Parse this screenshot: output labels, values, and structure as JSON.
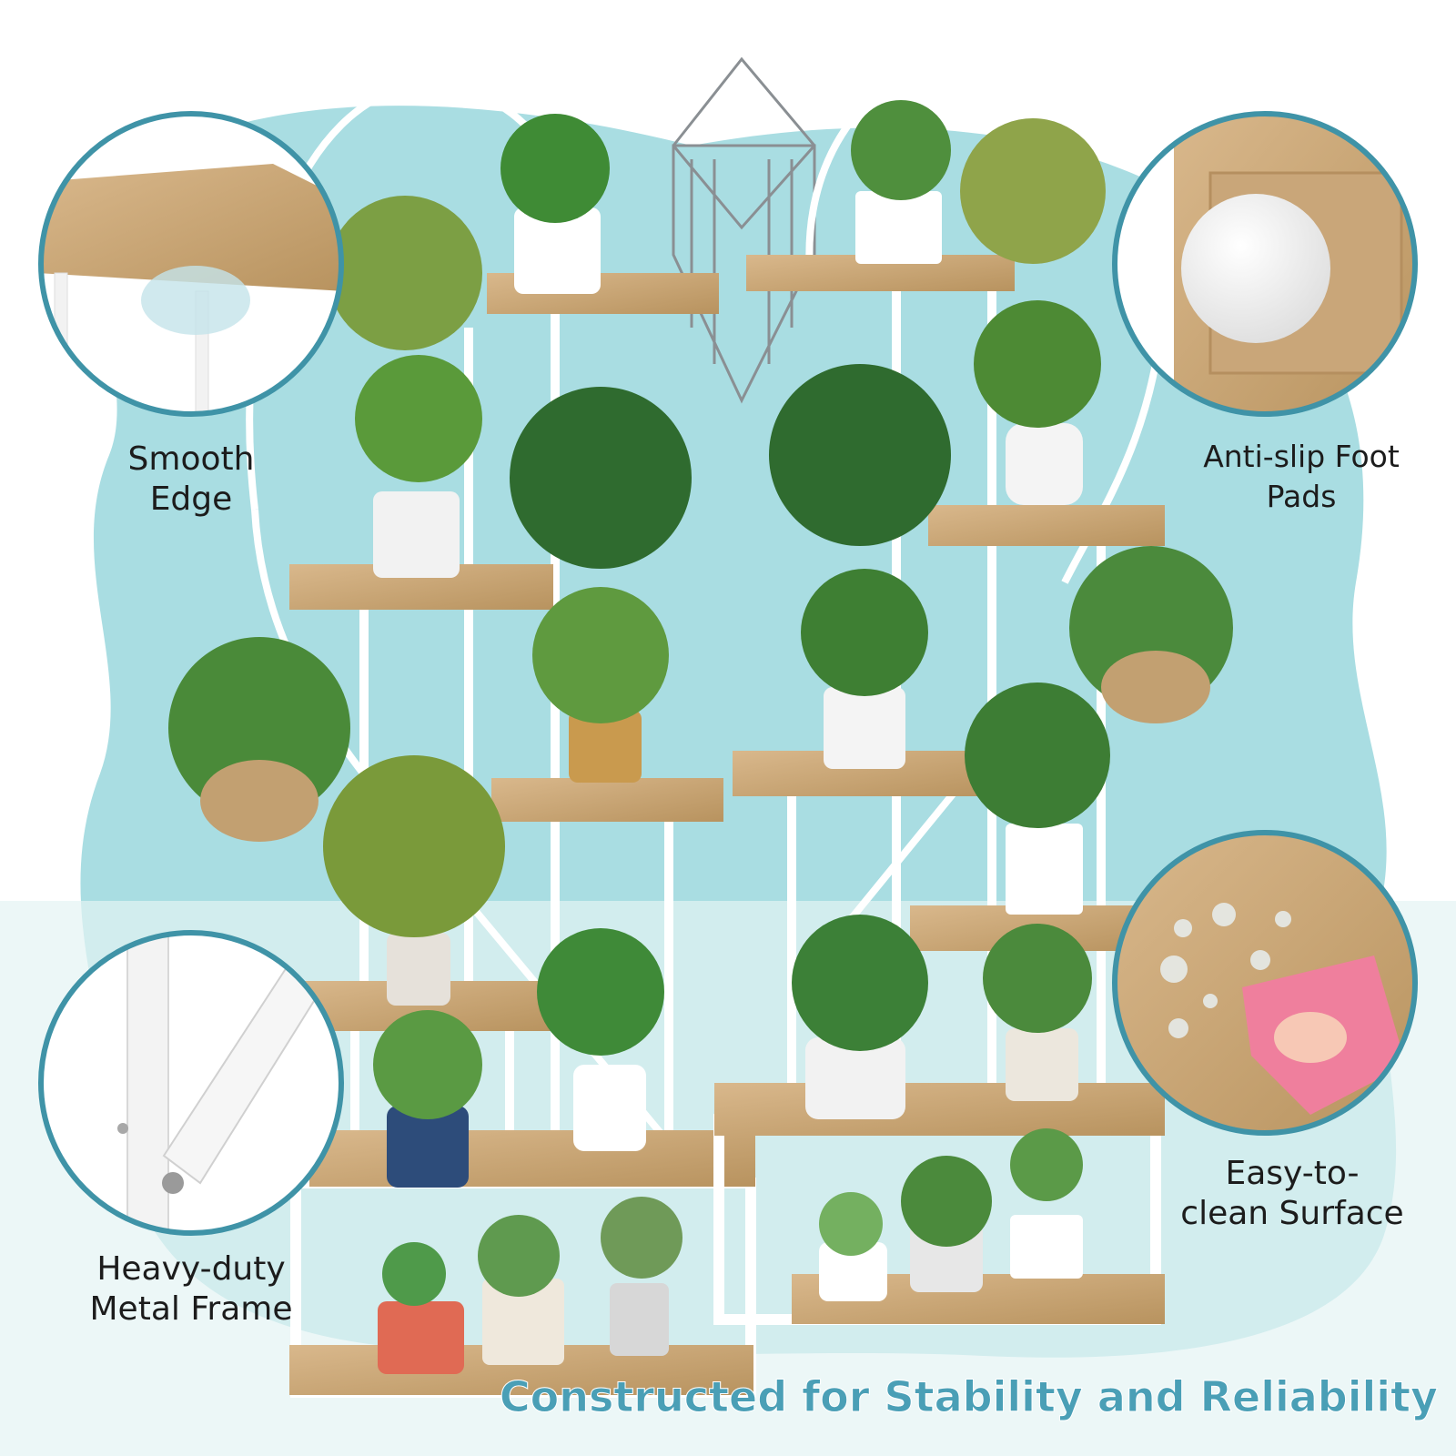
{
  "callouts": {
    "smooth_edge": {
      "line1": "Smooth",
      "line2": "Edge"
    },
    "anti_slip": {
      "line1": "Anti-slip Foot",
      "line2": "Pads"
    },
    "metal_frame": {
      "line1": "Heavy-duty",
      "line2": "Metal Frame"
    },
    "easy_clean": {
      "line1": "Easy-to-",
      "line2": "clean Surface"
    }
  },
  "headline": "Constructed for Stability and Reliability",
  "colors": {
    "background_blob": "#a9dde2",
    "floor": "#e4f3f4",
    "frame_white": "#ffffff",
    "shelf_wood": "#c9a679",
    "circle_border": "#3f93a7",
    "headline": "#4a9fb6"
  }
}
